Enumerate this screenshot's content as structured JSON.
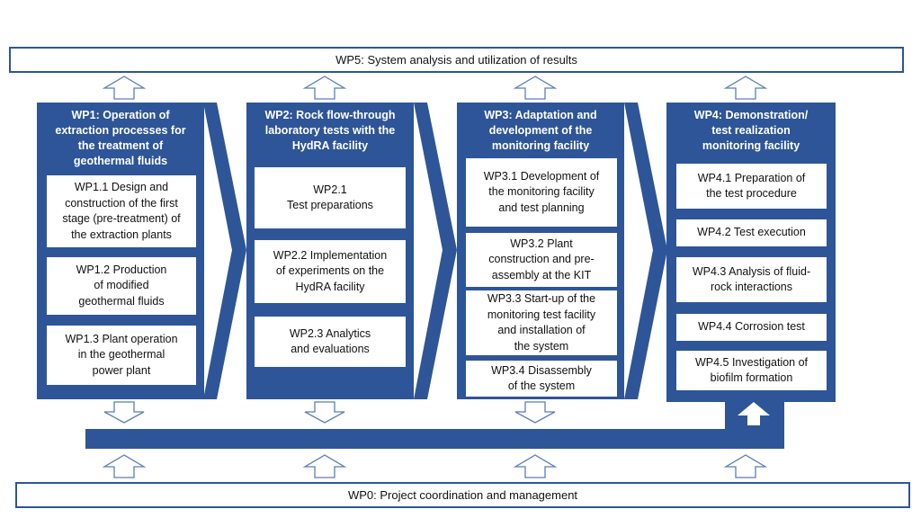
{
  "colors": {
    "primary_blue": "#2e5597",
    "box_fill": "#ffffff",
    "border": "#2e5597"
  },
  "wp5": {
    "label": "WP5: System analysis and utilization of results"
  },
  "wp0": {
    "label": "WP0: Project coordination and management"
  },
  "work_packages": [
    {
      "title": "WP1: Operation of\nextraction processes for\nthe treatment of\ngeothermal fluids",
      "tasks": [
        "WP1.1 Design and\nconstruction of the first\nstage (pre-treatment) of\nthe extraction plants",
        "WP1.2 Production\nof modified\ngeothermal fluids",
        "WP1.3 Plant operation\nin the geothermal\npower plant"
      ]
    },
    {
      "title": "WP2: Rock flow-through\nlaboratory tests with the\nHydRA facility",
      "tasks": [
        "WP2.1\nTest preparations",
        "WP2.2 Implementation\nof experiments on the\nHydRA facility",
        "WP2.3 Analytics\nand evaluations"
      ]
    },
    {
      "title": "WP3: Adaptation and\ndevelopment of the\nmonitoring facility",
      "tasks": [
        "WP3.1 Development of\nthe monitoring facility\nand test planning",
        "WP3.2 Plant\nconstruction and pre-\nassembly at the KIT",
        "WP3.3  Start-up of the\nmonitoring test facility\nand installation of\nthe system",
        "WP3.4 Disassembly\nof the system"
      ]
    },
    {
      "title": "WP4: Demonstration/\ntest realization\nmonitoring facility",
      "tasks": [
        "WP4.1 Preparation of\nthe test procedure",
        "WP4.2 Test execution",
        "WP4.3 Analysis of fluid-\nrock interactions",
        "WP4.4 Corrosion test",
        "WP4.5 Investigation of\nbiofilm formation"
      ]
    }
  ]
}
